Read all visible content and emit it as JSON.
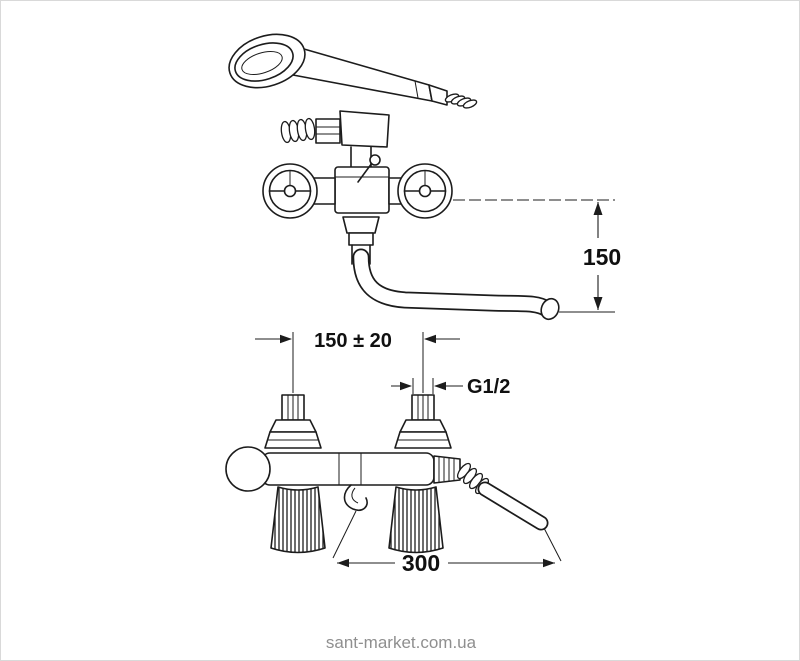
{
  "page": {
    "background": "#ffffff",
    "border_color": "#d9d9d9",
    "watermark": "sant-market.com.ua"
  },
  "colors": {
    "line": "#1c1c1c",
    "dimension_text": "#101010",
    "watermark": "#8f8f8f"
  },
  "drawing": {
    "dimensions": {
      "spout_drop": "150",
      "inlet_centers": "150 ± 20",
      "thread": "G1/2",
      "spout_length": "300"
    }
  }
}
